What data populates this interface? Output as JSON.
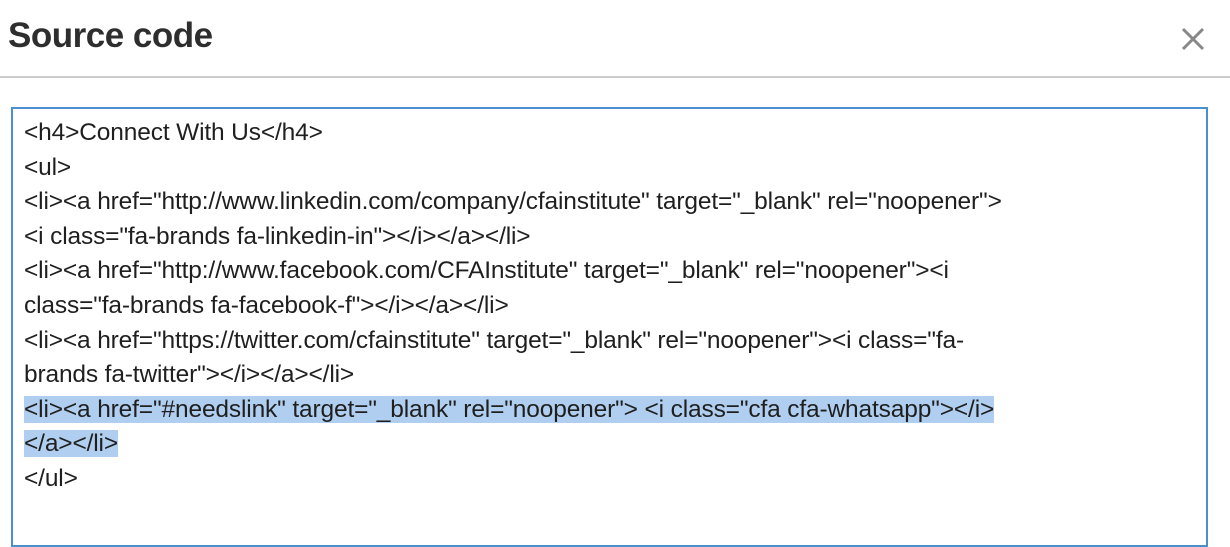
{
  "dialog": {
    "title": "Source code",
    "close_icon": "close-icon",
    "close_label": "Close"
  },
  "editor": {
    "name": "source-code-textarea",
    "border_color": "#4a90cf",
    "selection_color": "#b0cff0",
    "text_color": "#1f1f1f",
    "lines": [
      {
        "text": "<h4>Connect With Us</h4>",
        "selected": false
      },
      {
        "text": "<ul>",
        "selected": false
      },
      {
        "text": "<li><a href=\"http://www.linkedin.com/company/cfainstitute\" target=\"_blank\" rel=\"noopener\">",
        "selected": false
      },
      {
        "text": "<i class=\"fa-brands fa-linkedin-in\"></i></a></li>",
        "selected": false
      },
      {
        "text": "<li><a href=\"http://www.facebook.com/CFAInstitute\" target=\"_blank\" rel=\"noopener\"><i",
        "selected": false
      },
      {
        "text": "class=\"fa-brands fa-facebook-f\"></i></a></li>",
        "selected": false
      },
      {
        "text": "<li><a href=\"https://twitter.com/cfainstitute\" target=\"_blank\" rel=\"noopener\"><i class=\"fa-",
        "selected": false
      },
      {
        "text": "brands fa-twitter\"></i></a></li>",
        "selected": false
      },
      {
        "text": "<li><a href=\"#needslink\" target=\"_blank\" rel=\"noopener\"> <i class=\"cfa cfa-whatsapp\"></i>",
        "selected": true
      },
      {
        "text": "</a></li>",
        "selected": true
      },
      {
        "text": "</ul>",
        "selected": false
      }
    ]
  }
}
